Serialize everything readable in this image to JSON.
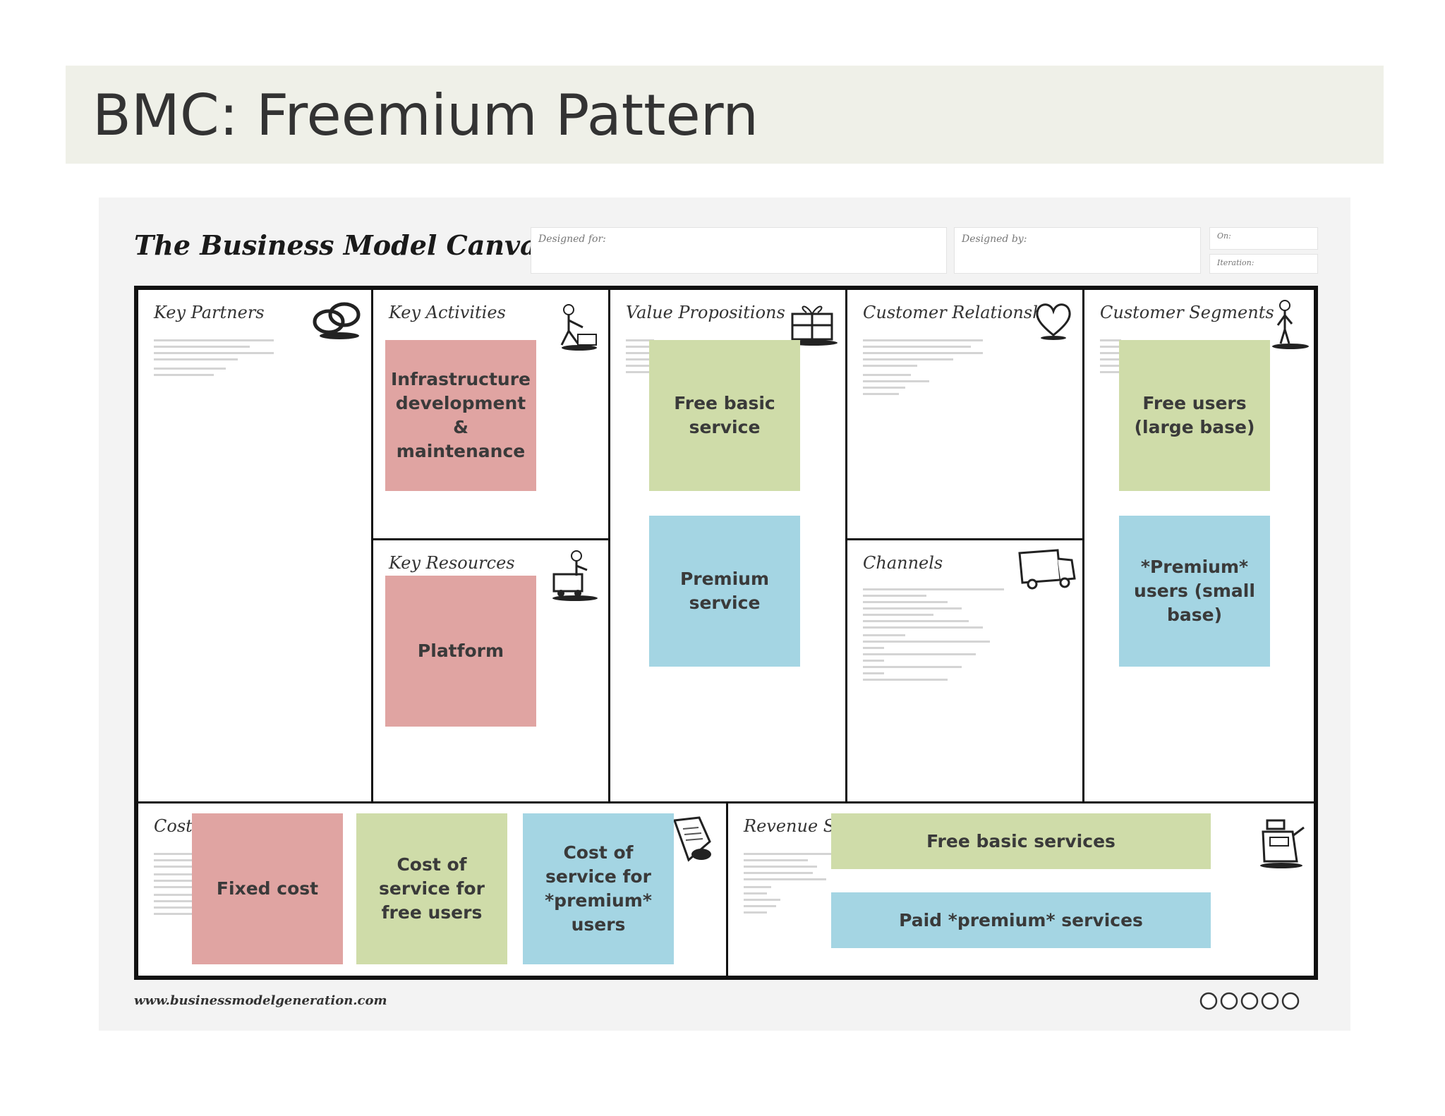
{
  "slide": {
    "title": "BMC: Freemium Pattern"
  },
  "canvas": {
    "title": "The Business Model Canvas",
    "designed_for": "Designed for:",
    "designed_by": "Designed by:",
    "on": "On:",
    "iteration": "Iteration:",
    "footer_url": "www.businessmodelgeneration.com"
  },
  "blocks": {
    "key_partners": "Key Partners",
    "key_activities": "Key Activities",
    "key_resources": "Key Resources",
    "value_propositions": "Value Propositions",
    "customer_relationships": "Customer Relationships",
    "channels": "Channels",
    "customer_segments": "Customer Segments",
    "cost_structure": "Cost S",
    "revenue_streams": "Revenue Stre"
  },
  "stickies": {
    "infrastructure": "Infrastructure development & maintenance",
    "platform": "Platform",
    "free_basic_service": "Free basic service",
    "premium_service": "Premium service",
    "free_users": "Free users (large base)",
    "premium_users": "*Premium* users (small base)",
    "fixed_cost": "Fixed cost",
    "cost_free_users": "Cost of service for free users",
    "cost_premium_users": "Cost of service for *premium* users",
    "free_basic_services": "Free basic services",
    "paid_premium_services": "Paid *premium* services"
  },
  "colors": {
    "red_note": "#e0a4a2",
    "green_note": "#cfdca9",
    "blue_note": "#a4d5e3",
    "title_band": "#eff0e8"
  },
  "icons": [
    "chain-link-icon",
    "worker-icon",
    "gift-box-icon",
    "heart-icon",
    "standing-person-icon",
    "forklift-icon",
    "delivery-truck-icon",
    "price-tag-icon",
    "cash-register-icon",
    "creative-commons-icon"
  ]
}
